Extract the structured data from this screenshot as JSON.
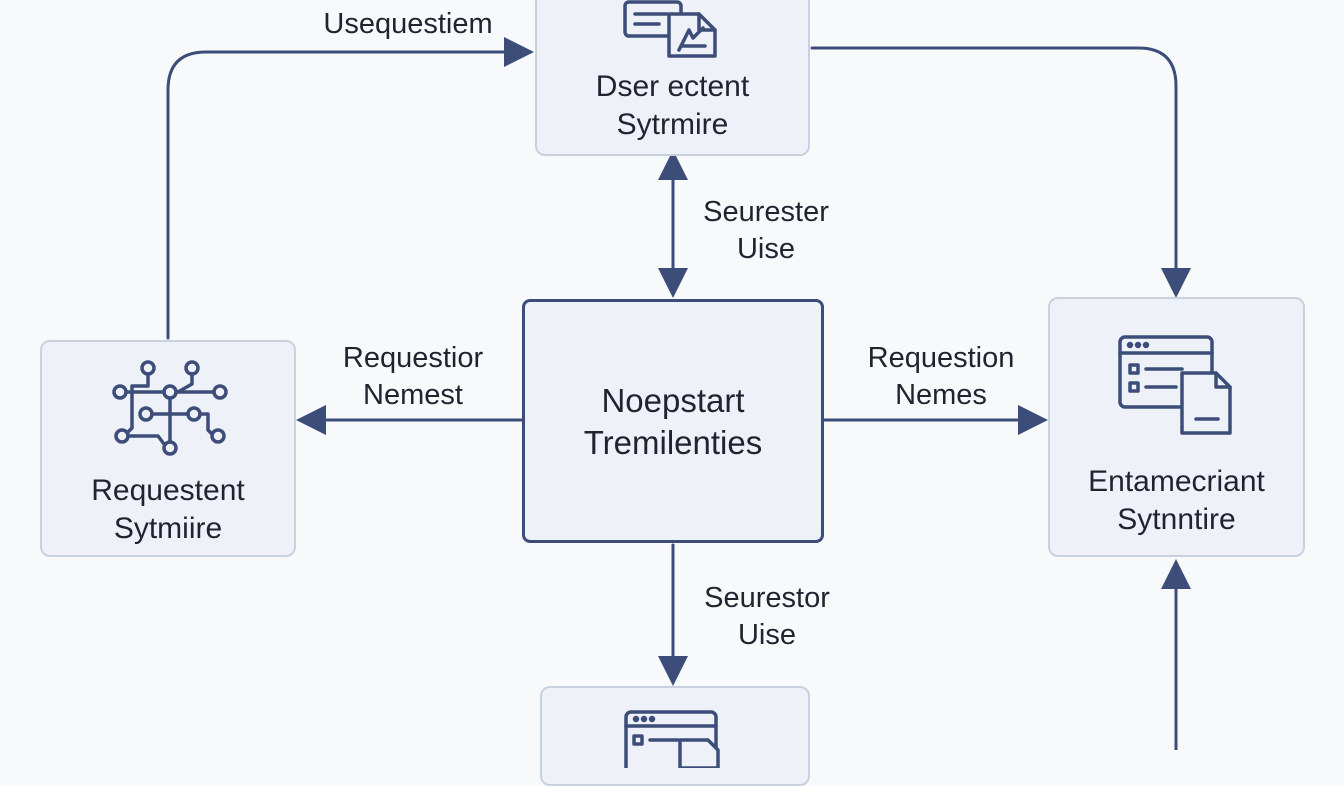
{
  "nodes": {
    "top": {
      "line1": "Dser ectent",
      "line2": "Sytrmire"
    },
    "left": {
      "line1": "Requestent",
      "line2": "Sytmiire"
    },
    "center": {
      "line1": "Noepstart",
      "line2": "Tremilenties"
    },
    "right": {
      "line1": "Entamecriant",
      "line2": "Sytnntire"
    },
    "bottom": {}
  },
  "edges": {
    "top_left_loop": {
      "label": "Usequestiem"
    },
    "top_center": {
      "line1": "Seurester",
      "line2": "Uise"
    },
    "center_left": {
      "line1": "Requestior",
      "line2": "Nemest"
    },
    "center_right": {
      "line1": "Requestion",
      "line2": "Nemes"
    },
    "center_bottom": {
      "line1": "Seurestor",
      "line2": "Uise"
    }
  },
  "icons": {
    "top": "document-pen-icon",
    "left": "circuit-network-icon",
    "right": "window-document-icon",
    "bottom": "window-document-icon"
  },
  "colors": {
    "arrow": "#3b4d78",
    "node_border": "#c9d0de",
    "node_fill": "#eef1f8",
    "center_border": "#3b4d78"
  }
}
